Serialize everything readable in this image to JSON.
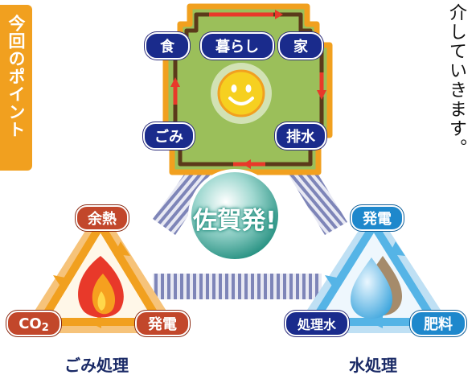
{
  "side_tab": {
    "label": "今回のポイント"
  },
  "vertical_text": "介していきます。",
  "house": {
    "labels": {
      "food": "食",
      "living": "暮らし",
      "home": "家",
      "waste": "ごみ",
      "drainage": "排水"
    }
  },
  "center": {
    "label": "佐賀発!"
  },
  "left_cycle": {
    "caption": "ごみ処理",
    "labels": {
      "heat": "余熱",
      "co2_main": "CO",
      "co2_sub": "2",
      "power": "発電"
    }
  },
  "right_cycle": {
    "caption": "水処理",
    "labels": {
      "power": "発電",
      "treated_water": "処理水",
      "fertilizer": "肥料"
    }
  },
  "colors": {
    "accent_orange": "#f1a01f",
    "navy": "#1a2b8c",
    "house_green": "#9bbf5a",
    "house_brown": "#5b3a1a",
    "water_blue": "#1e88cc",
    "fire_red": "#d8431f"
  }
}
